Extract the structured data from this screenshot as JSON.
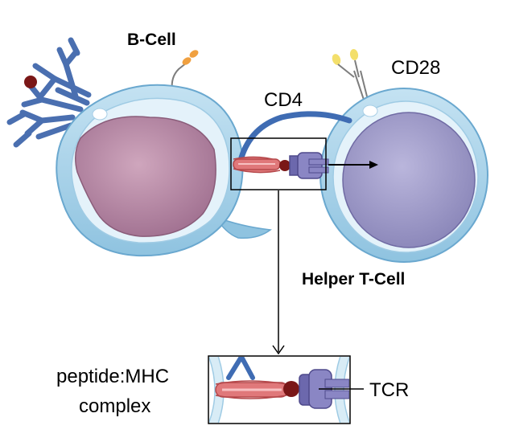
{
  "labels": {
    "b_cell": "B-Cell",
    "helper_t_cell": "Helper T-Cell",
    "cd4": "CD4",
    "cd28": "CD28",
    "tcr": "TCR",
    "peptide_mhc_line1": "peptide:MHC",
    "peptide_mhc_line2": "complex"
  },
  "colors": {
    "membrane_blue": "#a9d3ea",
    "cytoplasm_blue": "#d8ecf6",
    "b_nucleus": "#b98aa7",
    "t_nucleus": "#a19ec7",
    "antibody_blue": "#5b7fbd",
    "cd4_blue": "#3f6cb3",
    "mhc_red": "#e0787a",
    "peptide_red": "#7a1717",
    "tcr_purple": "#6c68ad",
    "costim_orange": "#f0a040",
    "costim_yellow": "#f3df6b",
    "text_black": "#000000"
  }
}
